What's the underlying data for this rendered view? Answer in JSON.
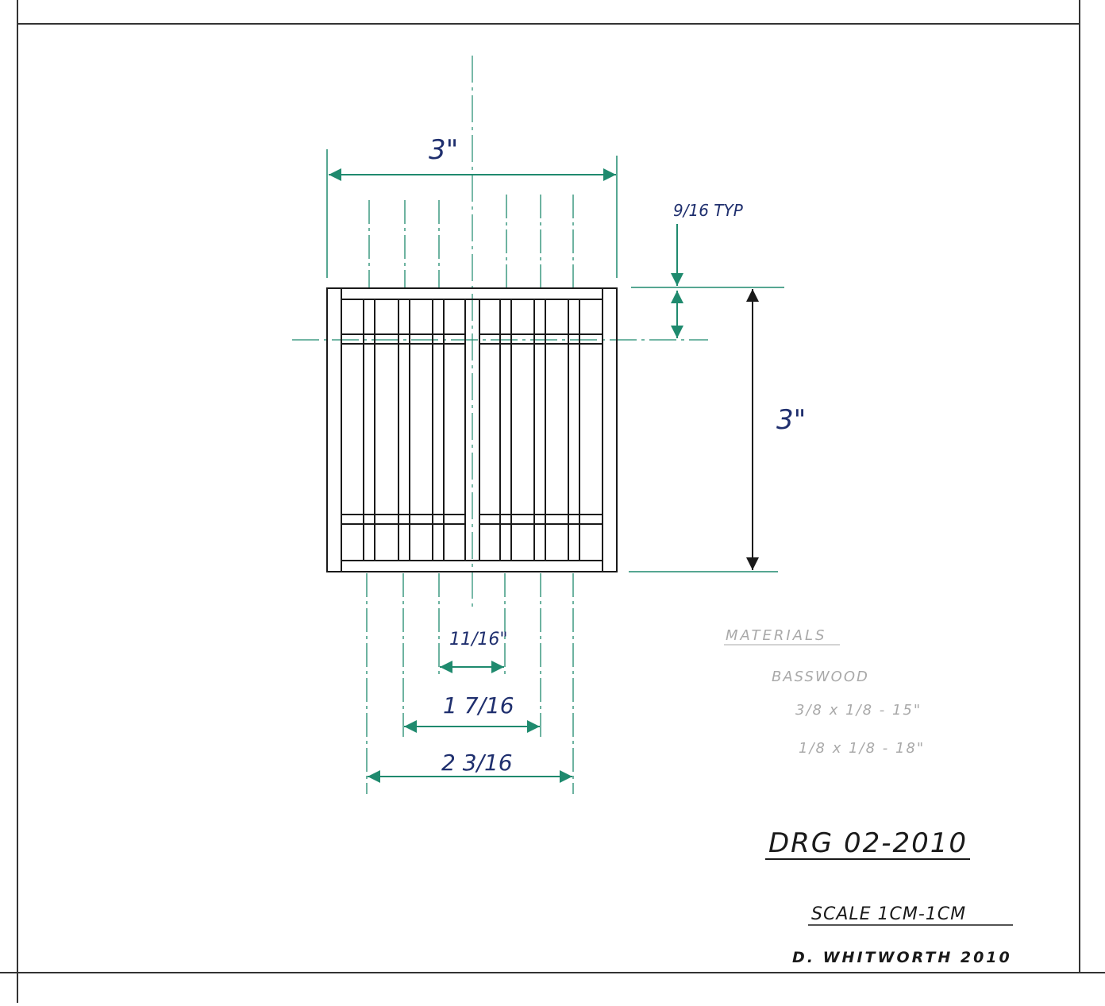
{
  "dimensions": {
    "overall_width": "3\"",
    "overall_height": "3\"",
    "top_rail_offset": "9/16 TYP",
    "inner_span_1": "11/16\"",
    "inner_span_2": "1 7/16",
    "inner_span_3": "2 3/16"
  },
  "materials": {
    "heading": "MATERIALS",
    "wood": "BASSWOOD",
    "stock_1": "3/8 x 1/8 - 15\"",
    "stock_2": "1/8 x 1/8 - 18\""
  },
  "title_block": {
    "drawing_number": "DRG 02-2010",
    "scale": "SCALE 1CM-1CM",
    "author": "D. WHITWORTH 2010"
  },
  "colors": {
    "linework": "#1a1a1a",
    "dimension_lines": "#1f8a6e",
    "hand_lettering": "#1f2f6e",
    "faint_notes": "#a9a9a9"
  }
}
